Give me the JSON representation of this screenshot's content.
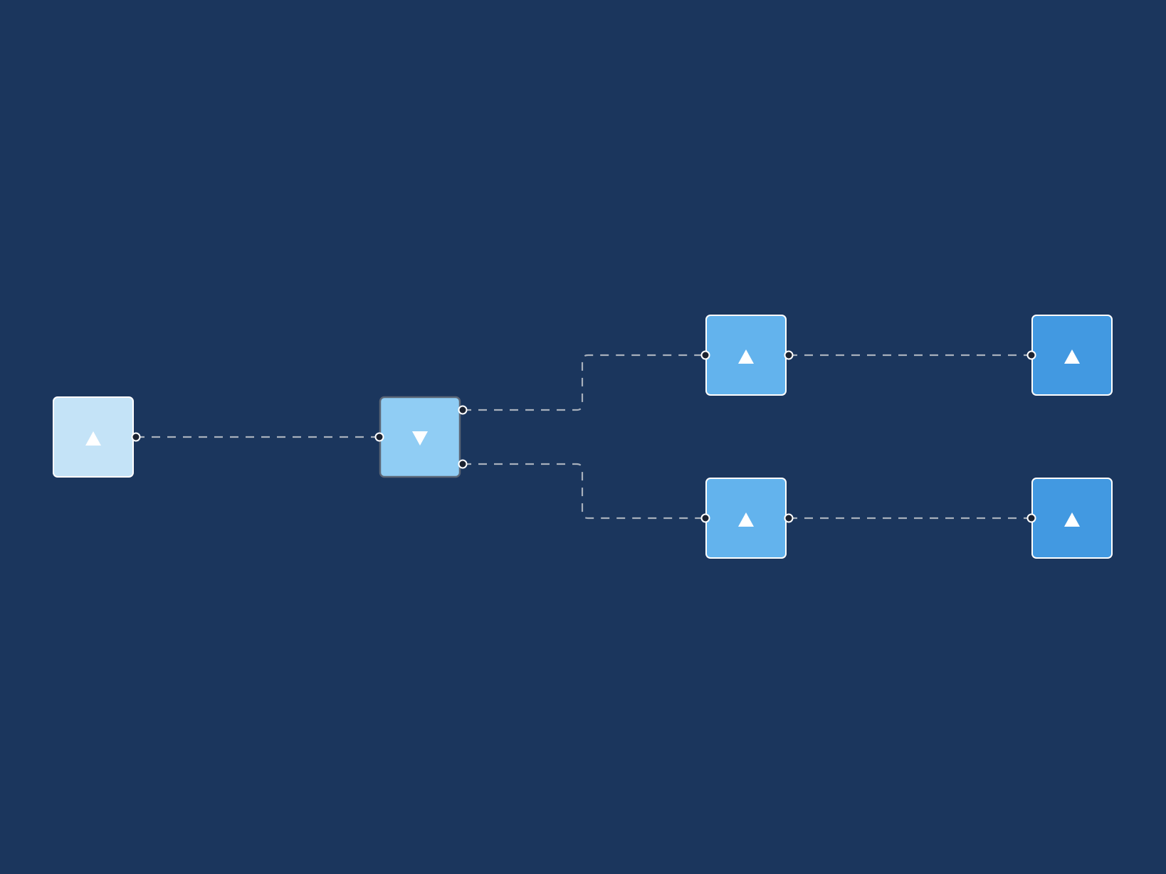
{
  "canvas": {
    "background": "#1b365d"
  },
  "nodes": [
    {
      "id": "n1",
      "name": "node-source",
      "color": "#c4e3f7",
      "icon": "triangle-up-icon",
      "selected": false
    },
    {
      "id": "n2",
      "name": "node-branch",
      "color": "#90cdf4",
      "icon": "triangle-down-icon",
      "selected": true
    },
    {
      "id": "n3",
      "name": "node-upper-mid",
      "color": "#63b3ed",
      "icon": "triangle-up-icon",
      "selected": false
    },
    {
      "id": "n4",
      "name": "node-lower-mid",
      "color": "#63b3ed",
      "icon": "triangle-up-icon",
      "selected": false
    },
    {
      "id": "n5",
      "name": "node-upper-end",
      "color": "#4299e1",
      "icon": "triangle-up-icon",
      "selected": false
    },
    {
      "id": "n6",
      "name": "node-lower-end",
      "color": "#4299e1",
      "icon": "triangle-up-icon",
      "selected": false
    }
  ],
  "edges": [
    {
      "from": "n1",
      "to": "n2",
      "name": "edge-source-to-branch"
    },
    {
      "from": "n2",
      "to": "n3",
      "name": "edge-branch-to-upper"
    },
    {
      "from": "n2",
      "to": "n4",
      "name": "edge-branch-to-lower"
    },
    {
      "from": "n3",
      "to": "n5",
      "name": "edge-upper-to-end"
    },
    {
      "from": "n4",
      "to": "n6",
      "name": "edge-lower-to-end"
    }
  ]
}
